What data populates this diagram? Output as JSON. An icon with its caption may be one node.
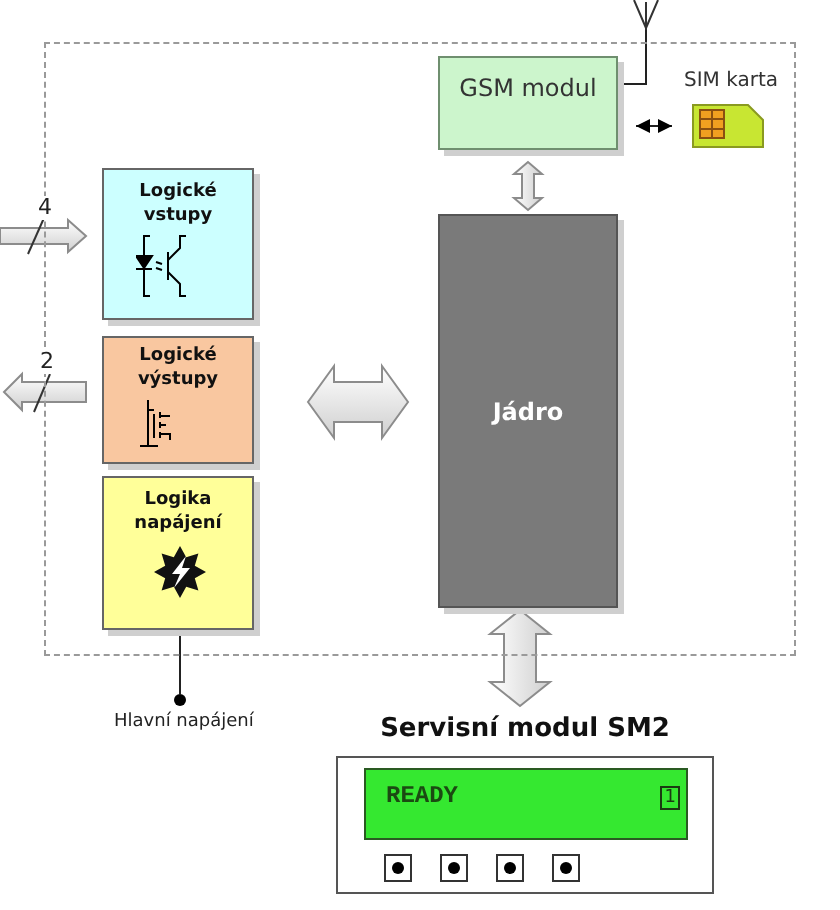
{
  "diagram": {
    "nodes": [
      {
        "text": [],
        "shape": "box"
      },
      {
        "text": [
          "GSM modul"
        ],
        "in": 0
      },
      {
        "text": [
          "SIM karta"
        ],
        "in": 0
      },
      {
        "text": [
          "Logické vstupy"
        ],
        "in": 0
      },
      {
        "text": [
          "Logické výstupy"
        ],
        "in": 0
      },
      {
        "text": [
          "Logika napájení"
        ],
        "in": 0
      },
      {
        "text": [
          "Jádro"
        ],
        "in": 0
      },
      {
        "text": [],
        "shape": "picture"
      },
      {
        "text": [],
        "shape": "circle",
        "beside": [
          "Hlavní napájení"
        ]
      },
      {
        "text": [
          "Servisní modul SM2"
        ]
      },
      {
        "text": [
          "READY",
          "1"
        ],
        "in": 9
      }
    ],
    "edges": [
      {
        "from": null,
        "to": 3,
        "arrow": "to",
        "label": "4",
        "style": "thick"
      },
      {
        "from": 4,
        "to": null,
        "arrow": "to",
        "label": "2",
        "style": "thick"
      },
      {
        "from": 4,
        "to": 6,
        "arrow": "both",
        "style": "thick"
      },
      {
        "from": 1,
        "to": 6,
        "arrow": "both",
        "style": "thick"
      },
      {
        "from": 6,
        "to": 9,
        "arrow": "both",
        "style": "thick"
      },
      {
        "from": 1,
        "to": 2,
        "arrow": "both"
      },
      {
        "from": 1,
        "to": 7,
        "arrow": "none"
      },
      {
        "from": 5,
        "to": 8,
        "arrow": "none"
      }
    ]
  }
}
